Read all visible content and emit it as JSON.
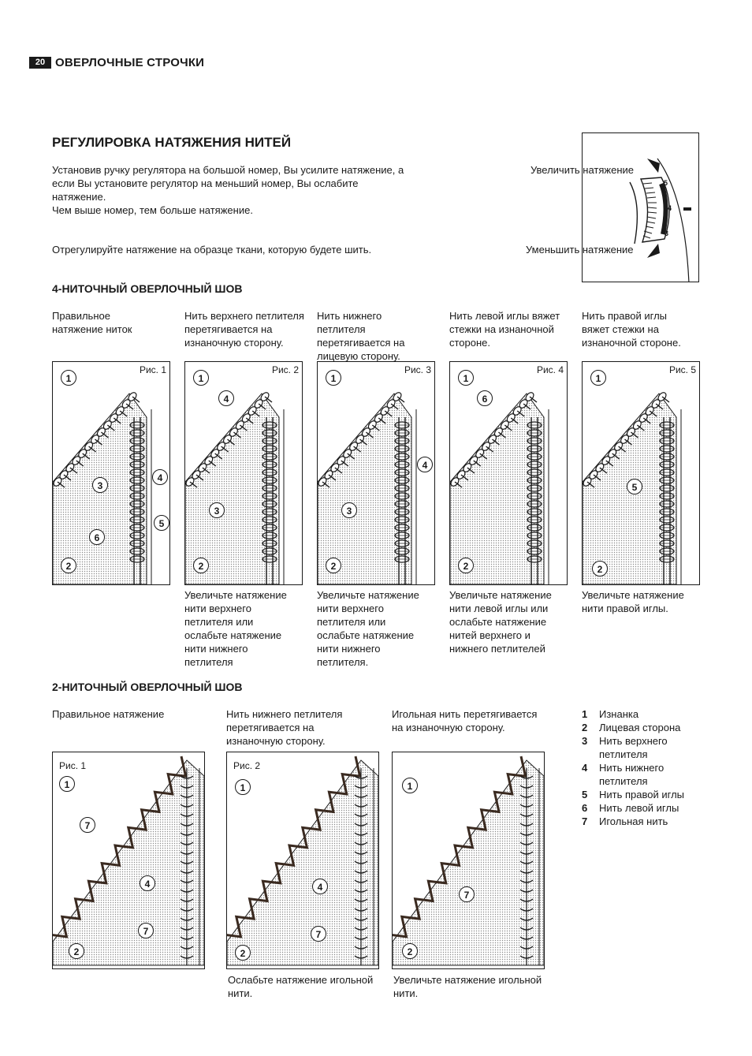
{
  "header": {
    "page_number": "20",
    "section": "ОВЕРЛОЧНЫЕ СТРОЧКИ"
  },
  "tension": {
    "title": "РЕГУЛИРОВКА НАТЯЖЕНИЯ НИТЕЙ",
    "para1_line1": "Установив ручку регулятора на большой номер, Вы усилите натяжение, а",
    "para1_line2": "если Вы установите регулятор на меньший номер, Вы ослабите",
    "para1_line3": "натяжение.",
    "para1_line4": "Чем выше номер, тем больше натяжение.",
    "para2": "Отрегулируйте натяжение на образце ткани, которую будете шить.",
    "increase_label": "Увеличить натяжение",
    "decrease_label": "Уменьшить натяжение",
    "dial_numbers": [
      "5",
      "4",
      "3"
    ]
  },
  "four_thread": {
    "title": "4-НИТОЧНЫЙ ОВЕРЛОЧНЫЙ ШОВ",
    "columns": [
      {
        "top": [
          "Правильное",
          "натяжение ниток",
          "",
          ""
        ],
        "fig": "Рис. 1",
        "bottom": [
          "",
          "",
          "",
          "",
          "",
          ""
        ]
      },
      {
        "top": [
          "Нить верхнего петлителя",
          "перетягивается на",
          "изнаночную сторону.",
          ""
        ],
        "fig": "Рис. 2",
        "bottom": [
          "Увеличьте натяжение",
          "нити верхнего",
          "петлителя или",
          "ослабьте натяжение",
          "нити нижнего",
          "петлителя"
        ]
      },
      {
        "top": [
          "Нить нижнего",
          "петлителя",
          "перетягивается на",
          "лицевую сторону."
        ],
        "fig": "Рис. 3",
        "bottom": [
          "Увеличьте натяжение",
          "нити верхнего",
          "петлителя или",
          "ослабьте натяжение",
          "нити нижнего",
          "петлителя."
        ]
      },
      {
        "top": [
          "Нить левой иглы вяжет",
          "стежки на изнаночной",
          "стороне.",
          ""
        ],
        "fig": "Рис. 4",
        "bottom": [
          "Увеличьте натяжение",
          "нити левой иглы или",
          "ослабьте натяжение",
          "нитей верхнего и",
          "нижнего петлителей",
          ""
        ]
      },
      {
        "top": [
          "Нить правой иглы",
          "вяжет стежки на",
          "изнаночной стороне.",
          ""
        ],
        "fig": "Рис. 5",
        "bottom": [
          "Увеличьте натяжение",
          "нити правой иглы.",
          "",
          "",
          "",
          ""
        ]
      }
    ],
    "badges": [
      [
        "1",
        "3",
        "4",
        "5",
        "6",
        "2"
      ],
      [
        "1",
        "4",
        "3",
        "2"
      ],
      [
        "1",
        "4",
        "3",
        "2"
      ],
      [
        "1",
        "6",
        "2"
      ],
      [
        "1",
        "5",
        "2"
      ]
    ]
  },
  "two_thread": {
    "title": "2-НИТОЧНЫЙ ОВЕРЛОЧНЫЙ ШОВ",
    "columns": [
      {
        "top": [
          "Правильное натяжение",
          "",
          ""
        ],
        "fig": "Рис. 1",
        "bottom": [
          "",
          ""
        ]
      },
      {
        "top": [
          "Нить нижнего петлителя",
          "перетягивается на",
          "изнаночную сторону."
        ],
        "fig": "Рис. 2",
        "bottom": [
          "Ослабьте натяжение игольной",
          "нити."
        ]
      },
      {
        "top": [
          "Игольная нить перетягивается",
          "на изнаночную сторону.",
          ""
        ],
        "fig": "",
        "bottom": [
          "Увеличьте натяжение игольной",
          "нити."
        ]
      }
    ],
    "badges": [
      [
        "1",
        "7",
        "4",
        "7",
        "2"
      ],
      [
        "1",
        "4",
        "7",
        "2"
      ],
      [
        "1",
        "7",
        "2"
      ]
    ]
  },
  "legend": [
    {
      "num": "1",
      "line1": "Изнанка",
      "line2": ""
    },
    {
      "num": "2",
      "line1": "Лицевая сторона",
      "line2": ""
    },
    {
      "num": "3",
      "line1": "Нить верхнего",
      "line2": "петлителя"
    },
    {
      "num": "4",
      "line1": "Нить нижнего",
      "line2": "петлителя"
    },
    {
      "num": "5",
      "line1": "Нить правой иглы",
      "line2": ""
    },
    {
      "num": "6",
      "line1": "Нить левой иглы",
      "line2": ""
    },
    {
      "num": "7",
      "line1": "Игольная нить",
      "line2": ""
    }
  ],
  "colors": {
    "ink": "#1a1a1a",
    "fabric": "#d9d9d9",
    "thread": "#3a2a20"
  }
}
